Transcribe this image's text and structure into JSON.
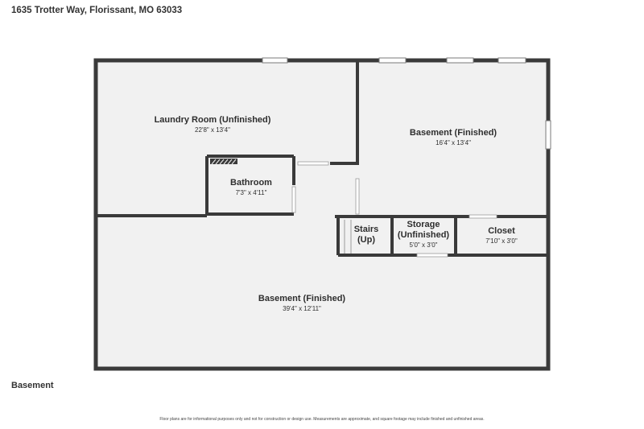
{
  "header": {
    "address": "1635 Trotter Way, Florissant, MO 63033"
  },
  "floor": {
    "label": "Basement"
  },
  "rooms": [
    {
      "name": "Laundry Room (Unfinished)",
      "dimensions": "22'8\" x 13'4\""
    },
    {
      "name": "Basement (Finished)",
      "dimensions": "16'4\" x 13'4\""
    },
    {
      "name": "Bathroom",
      "dimensions": "7'3\" x 4'11\""
    },
    {
      "name": "Stairs",
      "name2": "(Up)"
    },
    {
      "name": "Storage",
      "name2": "(Unfinished)",
      "dimensions": "5'0\" x 3'0\""
    },
    {
      "name": "Closet",
      "dimensions": "7'10\" x 3'0\""
    },
    {
      "name": "Basement (Finished)",
      "dimensions": "39'4\" x 12'11\""
    }
  ],
  "footer": {
    "disclaimer": "Floor plans are for informational purposes only and not for construction or design use. Measurements are approximate, and square footage may include finished and unfinished areas."
  },
  "colors": {
    "wall": "#3a3a3a",
    "floor": "#f1f1f1",
    "window": "#ffffff"
  }
}
